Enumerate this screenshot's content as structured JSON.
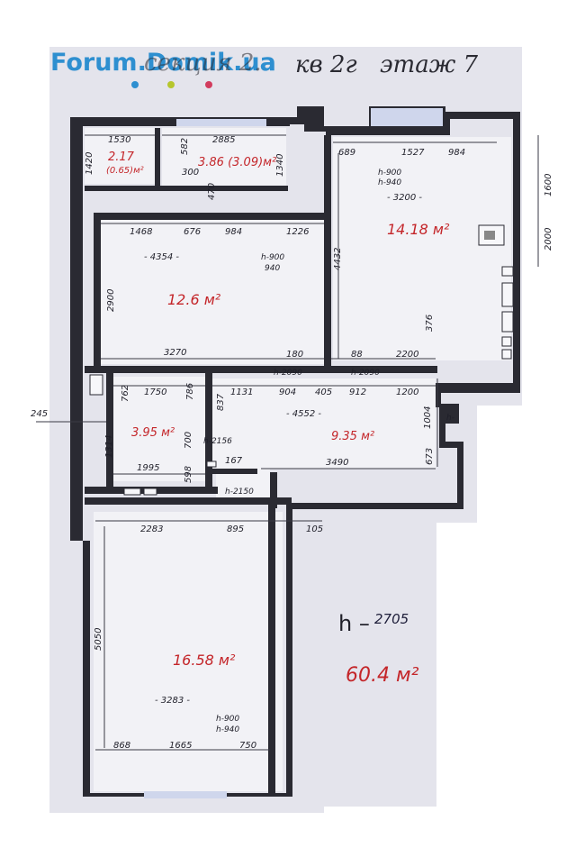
{
  "logo": {
    "text": "Forum.Domik.ua",
    "dot_colors": [
      "#2e8fd0",
      "#b6c62e",
      "#d23c5e"
    ]
  },
  "header": {
    "section": "секция 2.",
    "apartment": "кв 2г",
    "floor": "этаж 7"
  },
  "rooms": {
    "storage": {
      "area": "2.17",
      "sub_area": "(0.65)м²"
    },
    "bath": {
      "area": "3.86 (3.09)м²"
    },
    "bedroom": {
      "area": "14.18 м²"
    },
    "kitchen": {
      "area": "12.6 м²"
    },
    "wc": {
      "area": "3.95 м²"
    },
    "hall": {
      "area": "9.35 м²"
    },
    "living": {
      "area": "16.58 м²"
    }
  },
  "dimensions": {
    "d1530": "1530",
    "d1420": "1420",
    "d2885": "2885",
    "d582": "582",
    "d300": "300",
    "d470": "470",
    "d1340": "1340",
    "d689": "689",
    "d1527": "1527",
    "d984a": "984",
    "d3200": "- 3200 -",
    "d1600": "1600",
    "d2000": "2000",
    "d4432": "4432",
    "d376": "376",
    "d1468": "1468",
    "d676": "676",
    "d984b": "984",
    "d1226": "1226",
    "d4354": "- 4354 -",
    "d2900": "2900",
    "d3270": "3270",
    "d180": "180",
    "d88": "88",
    "d2200": "2200",
    "d245": "245",
    "d1750": "1750",
    "d762": "762",
    "d786": "786",
    "d837": "837",
    "d1131": "1131",
    "d904": "904",
    "d405": "405",
    "d912": "912",
    "d1200": "1200",
    "d4552": "- 4552 -",
    "d1314": "1314",
    "d700": "700",
    "d1004": "1004",
    "d1995": "1995",
    "d598": "598",
    "d167": "167",
    "d3490": "3490",
    "d673": "673",
    "d2283": "2283",
    "d895": "895",
    "d105": "105",
    "d5050": "5050",
    "d3283": "- 3283 -",
    "d868": "868",
    "d1665": "1665",
    "d750": "750"
  },
  "heights": {
    "h1_top": "h-900",
    "h1_bot": "h-940",
    "h2_top": "h-900",
    "h2_bot": "940",
    "h2090a": "h-2090",
    "h2090b": "h-2090",
    "h2156": "h-2156",
    "h2150": "h-2150",
    "h_hall": "h-",
    "h3_top": "h-900",
    "h3_bot": "h-940"
  },
  "ceiling": {
    "label": "h –",
    "value": "2705"
  },
  "total_area": "60.4 м²"
}
